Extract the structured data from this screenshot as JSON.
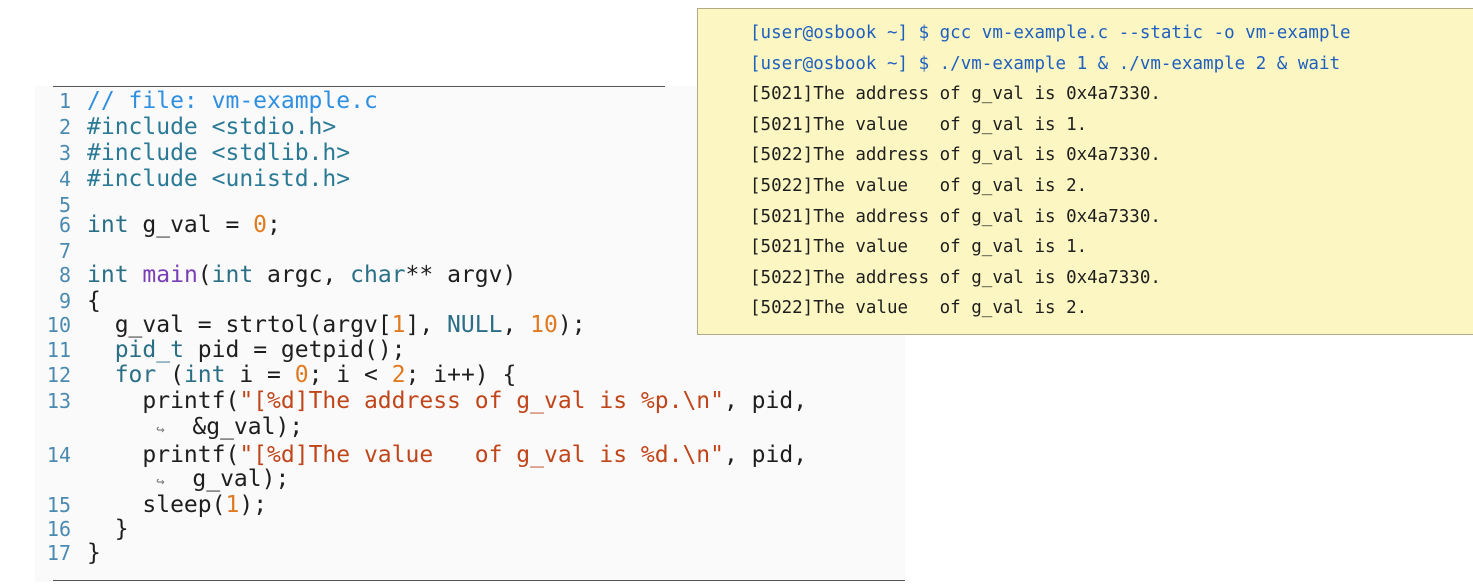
{
  "code": {
    "lines": [
      {
        "n": "1",
        "parts": [
          {
            "t": "// file: vm-example.c",
            "c": "cmt"
          }
        ]
      },
      {
        "n": "2",
        "parts": [
          {
            "t": "#include <stdio.h>",
            "c": "pp"
          }
        ]
      },
      {
        "n": "3",
        "parts": [
          {
            "t": "#include <stdlib.h>",
            "c": "pp"
          }
        ]
      },
      {
        "n": "4",
        "parts": [
          {
            "t": "#include <unistd.h>",
            "c": "pp"
          }
        ]
      },
      {
        "n": "5",
        "parts": []
      },
      {
        "n": "6",
        "parts": [
          {
            "t": "int",
            "c": "ty"
          },
          {
            "t": " g_val = "
          },
          {
            "t": "0",
            "c": "num"
          },
          {
            "t": ";"
          }
        ]
      },
      {
        "n": "7",
        "parts": []
      },
      {
        "n": "8",
        "parts": [
          {
            "t": "int",
            "c": "ty"
          },
          {
            "t": " "
          },
          {
            "t": "main",
            "c": "fn"
          },
          {
            "t": "("
          },
          {
            "t": "int",
            "c": "ty"
          },
          {
            "t": " argc, "
          },
          {
            "t": "char",
            "c": "ty"
          },
          {
            "t": "** argv)"
          }
        ]
      },
      {
        "n": "9",
        "parts": [
          {
            "t": "{"
          }
        ]
      },
      {
        "n": "10",
        "parts": [
          {
            "t": "  g_val = strtol(argv["
          },
          {
            "t": "1",
            "c": "num"
          },
          {
            "t": "], "
          },
          {
            "t": "NULL",
            "c": "nul"
          },
          {
            "t": ", "
          },
          {
            "t": "10",
            "c": "num"
          },
          {
            "t": ");"
          }
        ]
      },
      {
        "n": "11",
        "parts": [
          {
            "t": "  "
          },
          {
            "t": "pid_t",
            "c": "ty"
          },
          {
            "t": " pid = getpid();"
          }
        ]
      },
      {
        "n": "12",
        "parts": [
          {
            "t": "  "
          },
          {
            "t": "for",
            "c": "kw"
          },
          {
            "t": " ("
          },
          {
            "t": "int",
            "c": "ty"
          },
          {
            "t": " i = "
          },
          {
            "t": "0",
            "c": "num"
          },
          {
            "t": "; i < "
          },
          {
            "t": "2",
            "c": "num"
          },
          {
            "t": "; i++) {"
          }
        ]
      },
      {
        "n": "13",
        "parts": [
          {
            "t": "    printf("
          },
          {
            "t": "\"[%d]The address of g_val is %p.\\n\"",
            "c": "str"
          },
          {
            "t": ", pid,"
          }
        ]
      },
      {
        "n": "",
        "parts": [
          {
            "t": "     "
          },
          {
            "t": "↪",
            "c": "arrow"
          },
          {
            "t": "  &g_val);"
          }
        ]
      },
      {
        "n": "14",
        "parts": [
          {
            "t": "    printf("
          },
          {
            "t": "\"[%d]The value   of g_val is %d.\\n\"",
            "c": "str"
          },
          {
            "t": ", pid,"
          }
        ]
      },
      {
        "n": "",
        "parts": [
          {
            "t": "     "
          },
          {
            "t": "↪",
            "c": "arrow"
          },
          {
            "t": "  g_val);"
          }
        ]
      },
      {
        "n": "15",
        "parts": [
          {
            "t": "    sleep("
          },
          {
            "t": "1",
            "c": "num"
          },
          {
            "t": ");"
          }
        ]
      },
      {
        "n": "16",
        "parts": [
          {
            "t": "  }"
          }
        ]
      },
      {
        "n": "17",
        "parts": [
          {
            "t": "}"
          }
        ]
      }
    ]
  },
  "terminal": {
    "lines": [
      {
        "text": "[user@osbook ~] $ gcc vm-example.c --static -o vm-example",
        "cmd": true
      },
      {
        "text": "[user@osbook ~] $ ./vm-example 1 & ./vm-example 2 & wait",
        "cmd": true
      },
      {
        "text": "[5021]The address of g_val is 0x4a7330.",
        "cmd": false
      },
      {
        "text": "[5021]The value   of g_val is 1.",
        "cmd": false
      },
      {
        "text": "[5022]The address of g_val is 0x4a7330.",
        "cmd": false
      },
      {
        "text": "[5022]The value   of g_val is 2.",
        "cmd": false
      },
      {
        "text": "[5021]The address of g_val is 0x4a7330.",
        "cmd": false
      },
      {
        "text": "[5021]The value   of g_val is 1.",
        "cmd": false
      },
      {
        "text": "[5022]The address of g_val is 0x4a7330.",
        "cmd": false
      },
      {
        "text": "[5022]The value   of g_val is 2.",
        "cmd": false
      }
    ]
  }
}
